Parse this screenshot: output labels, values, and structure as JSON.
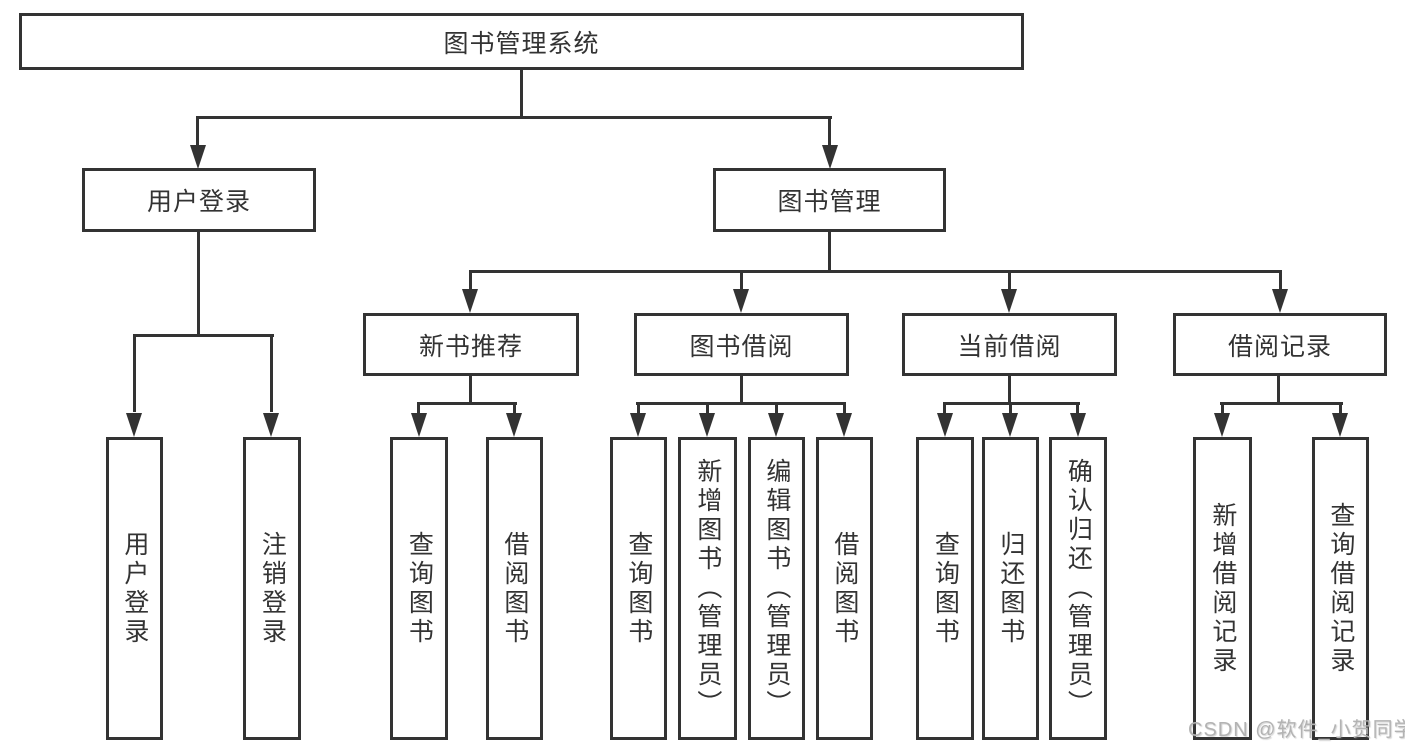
{
  "colors": {
    "line": "#333333",
    "box_border": "#333333",
    "text": "#333333",
    "watermark": "#b3b3b3",
    "background": "#ffffff"
  },
  "tree": {
    "label": "图书管理系统",
    "children": [
      {
        "label": "用户登录",
        "children": [
          {
            "label": "用户登录"
          },
          {
            "label": "注销登录"
          }
        ]
      },
      {
        "label": "图书管理",
        "children": [
          {
            "label": "新书推荐",
            "children": [
              {
                "label": "查询图书"
              },
              {
                "label": "借阅图书"
              }
            ]
          },
          {
            "label": "图书借阅",
            "children": [
              {
                "label": "查询图书"
              },
              {
                "label": "新增图书（管理员）"
              },
              {
                "label": "编辑图书（管理员）"
              },
              {
                "label": "借阅图书"
              }
            ]
          },
          {
            "label": "当前借阅",
            "children": [
              {
                "label": "查询图书"
              },
              {
                "label": "归还图书"
              },
              {
                "label": "确认归还（管理员）"
              }
            ]
          },
          {
            "label": "借阅记录",
            "children": [
              {
                "label": "新增借阅记录"
              },
              {
                "label": "查询借阅记录"
              }
            ]
          }
        ]
      }
    ]
  },
  "watermark": "CSDN @软件_小贺同学"
}
